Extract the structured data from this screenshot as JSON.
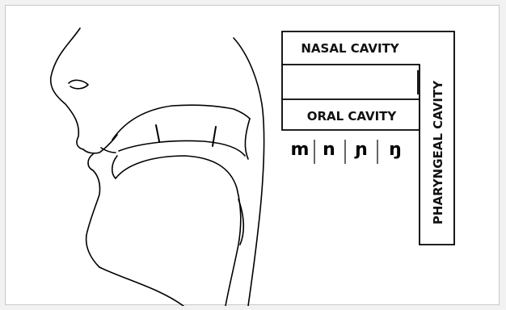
{
  "diagram": {
    "labels": {
      "nasal_cavity": "NASAL CAVITY",
      "oral_cavity": "ORAL CAVITY",
      "pharyngeal_cavity": "PHARYNGEAL CAVITY"
    },
    "nasal_consonants": [
      "m",
      "n",
      "ɲ",
      "ŋ"
    ]
  }
}
